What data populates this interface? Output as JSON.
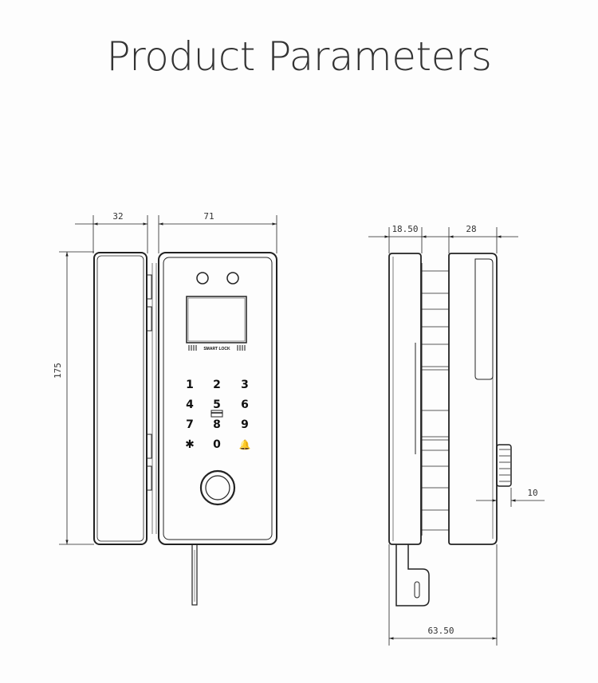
{
  "title": "Product Parameters",
  "front_view": {
    "dim_handle_width": "32",
    "dim_body_width": "71",
    "dim_height": "175",
    "brand_text": "SMART LOCK",
    "keypad": [
      "1",
      "2",
      "3",
      "4",
      "5",
      "6",
      "7",
      "8",
      "9",
      "✱",
      "0",
      "🔔"
    ]
  },
  "side_view": {
    "dim_left_depth": "18.50",
    "dim_right_depth": "28",
    "dim_knob": "10",
    "dim_total_depth": "63.50"
  }
}
